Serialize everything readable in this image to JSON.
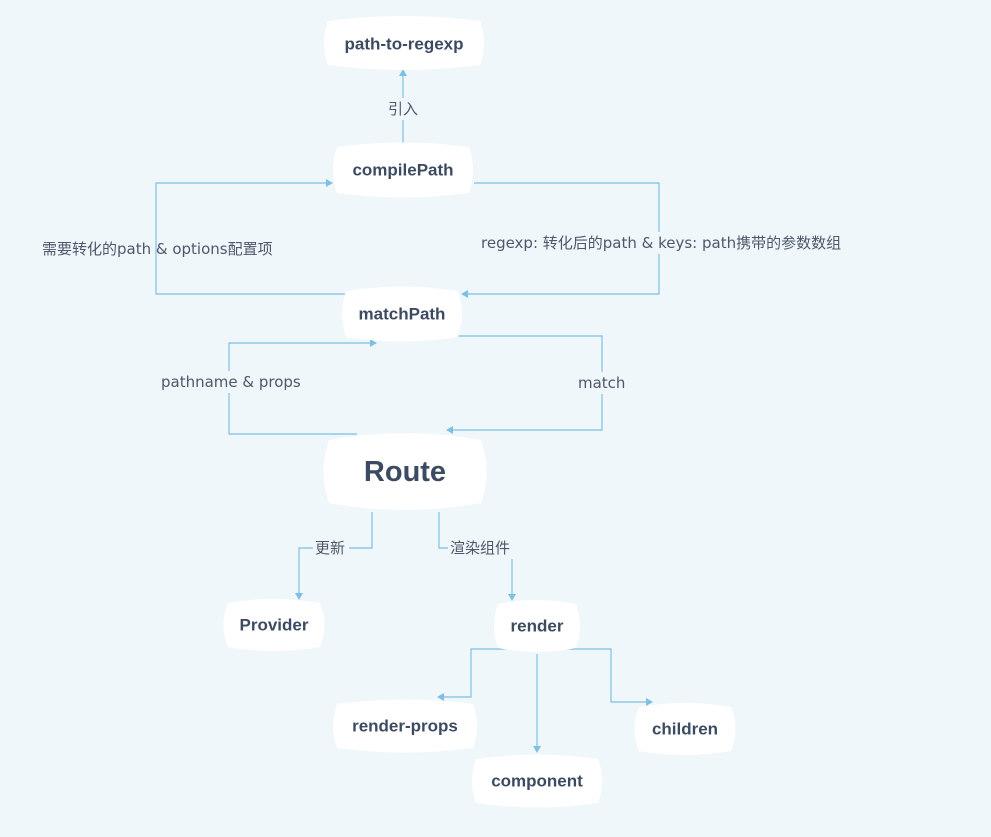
{
  "nodes": {
    "path_to_regexp": "path-to-regexp",
    "compilePath": "compilePath",
    "matchPath": "matchPath",
    "route": "Route",
    "provider": "Provider",
    "render": "render",
    "render_props": "render-props",
    "children": "children",
    "component": "component"
  },
  "edges": {
    "import": "引入",
    "compile_input": "需要转化的path & options配置项",
    "compile_output": "regexp: 转化后的path &  keys: path携带的参数数组",
    "pathname_props": "pathname & props",
    "match": "match",
    "update": "更新",
    "render_component": "渲染组件"
  }
}
